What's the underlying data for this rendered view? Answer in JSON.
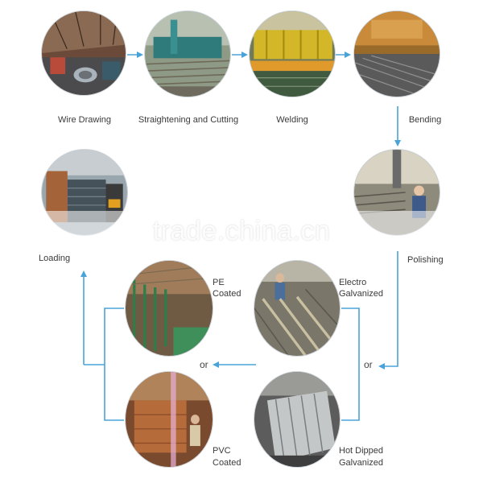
{
  "steps": {
    "wire_drawing": "Wire Drawing",
    "straightening": "Straightening and Cutting",
    "welding": "Welding",
    "bending": "Bending",
    "polishing": "Polishing",
    "electro_1": "Electro",
    "electro_2": "Galvanized",
    "hot_dipped_1": "Hot Dipped",
    "hot_dipped_2": "Galvanized",
    "pe_1": "PE",
    "pe_2": "Coated",
    "pvc_1": "PVC",
    "pvc_2": "Coated",
    "loading": "Loading"
  },
  "connectors": {
    "or_right": "or",
    "or_left": "or"
  },
  "watermark": "trade.china.cn",
  "colors": {
    "arrow": "#4aa3d8",
    "ring": "#cfd6dc"
  },
  "icons": [
    "factory-photo",
    "wire-coil-photo",
    "welding-machine-photo",
    "press-brake-photo",
    "polishing-photo",
    "galvanizing-tank-photo",
    "fence-panel-photo",
    "coating-line-photo",
    "truck-loading-photo"
  ]
}
